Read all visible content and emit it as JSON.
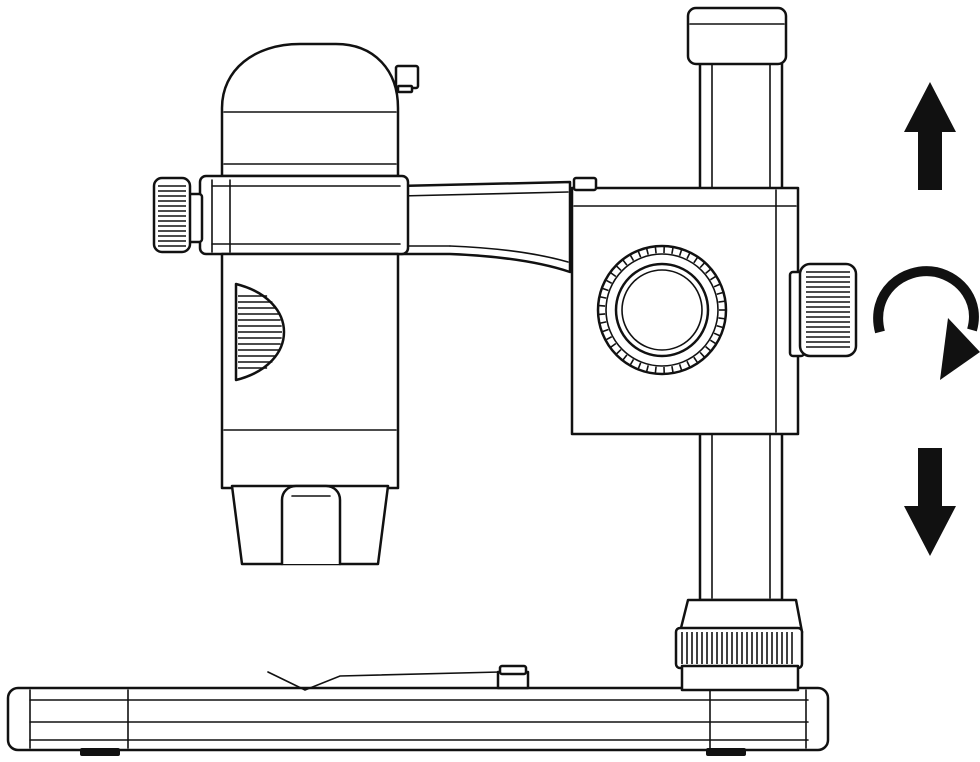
{
  "diagram": {
    "parts": [
      {
        "id": "microscope-body",
        "icon": "digital-microscope-icon"
      },
      {
        "id": "focus-knob",
        "icon": "knurled-knob-icon"
      },
      {
        "id": "holder-arm",
        "icon": "arm-icon"
      },
      {
        "id": "stand-block",
        "icon": "clamp-block-icon"
      },
      {
        "id": "lock-knob",
        "icon": "knurled-knob-icon"
      },
      {
        "id": "column",
        "icon": "pillar-icon"
      },
      {
        "id": "base-plate",
        "icon": "base-icon"
      },
      {
        "id": "specimen-clip",
        "icon": "clip-icon"
      }
    ],
    "indicators": [
      {
        "id": "move-up",
        "icon": "arrow-up-icon"
      },
      {
        "id": "rotate",
        "icon": "rotate-clockwise-icon"
      },
      {
        "id": "move-down",
        "icon": "arrow-down-icon"
      }
    ],
    "colors": {
      "line": "#111111",
      "fill": "#ffffff"
    }
  }
}
